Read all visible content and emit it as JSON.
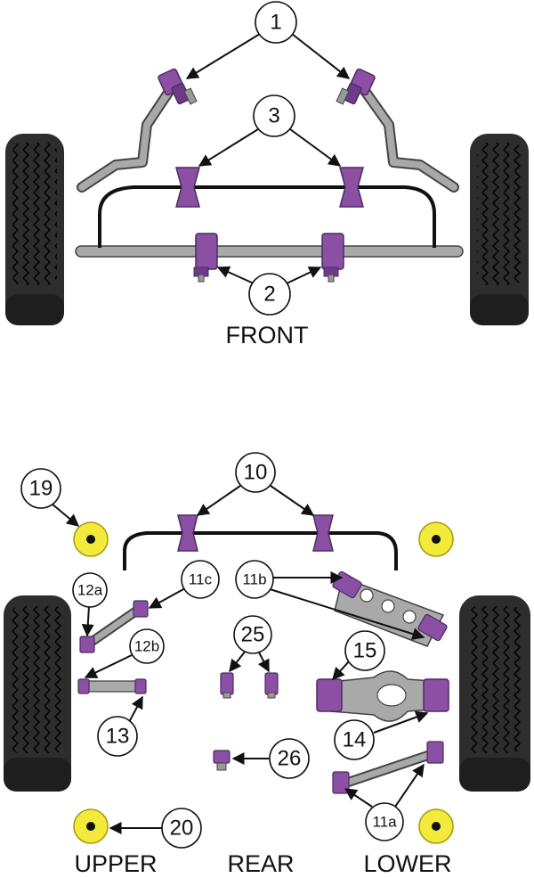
{
  "colors": {
    "bush": "#8b4fa3",
    "bush_dark": "#4a2d63",
    "metal": "#a9a9a9",
    "metal_dark": "#444444",
    "tyre": "#2d2d2d",
    "yellow": "#f4ea3b"
  },
  "front": {
    "caption": "FRONT",
    "callouts": {
      "c1": "1",
      "c2": "2",
      "c3": "3"
    }
  },
  "rear": {
    "caption_upper": "UPPER",
    "caption_rear": "REAR",
    "caption_lower": "LOWER",
    "callouts": {
      "c10": "10",
      "c11a": "11a",
      "c11b": "11b",
      "c11c": "11c",
      "c12a": "12a",
      "c12b": "12b",
      "c13": "13",
      "c14": "14",
      "c15": "15",
      "c19": "19",
      "c20": "20",
      "c25": "25",
      "c26": "26"
    }
  }
}
